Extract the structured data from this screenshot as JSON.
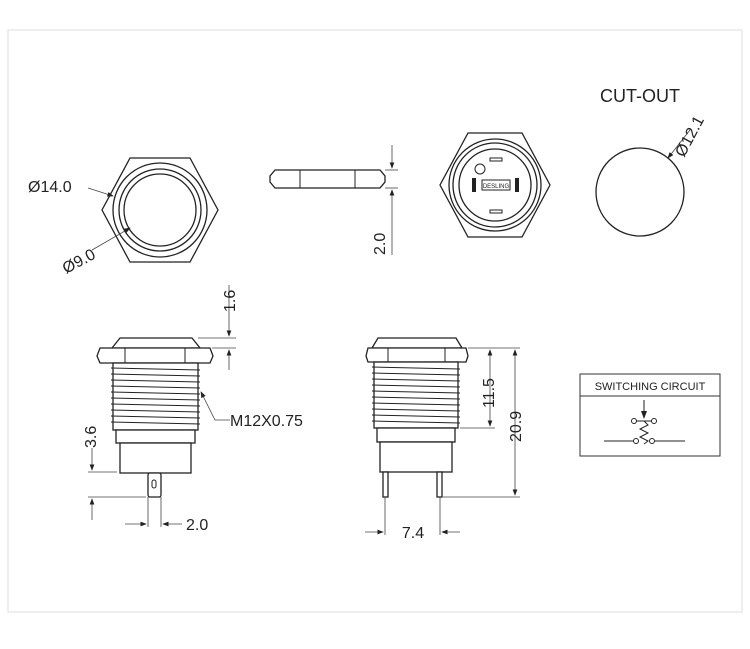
{
  "title": "CUT-OUT",
  "logo_text": "DESLING",
  "dimensions": {
    "outer_diameter": "Ø14.0",
    "inner_diameter": "Ø9.0",
    "nut_thickness": "2.0",
    "cutout_diameter": "Ø12.1",
    "head_height": "1.6",
    "thread": "M12X0.75",
    "body_length": "3.6",
    "terminal_width": "2.0",
    "thread_length": "11.5",
    "total_length": "20.9",
    "terminal_spacing": "7.4"
  },
  "circuit": {
    "title": "SWITCHING CIRCUIT"
  }
}
